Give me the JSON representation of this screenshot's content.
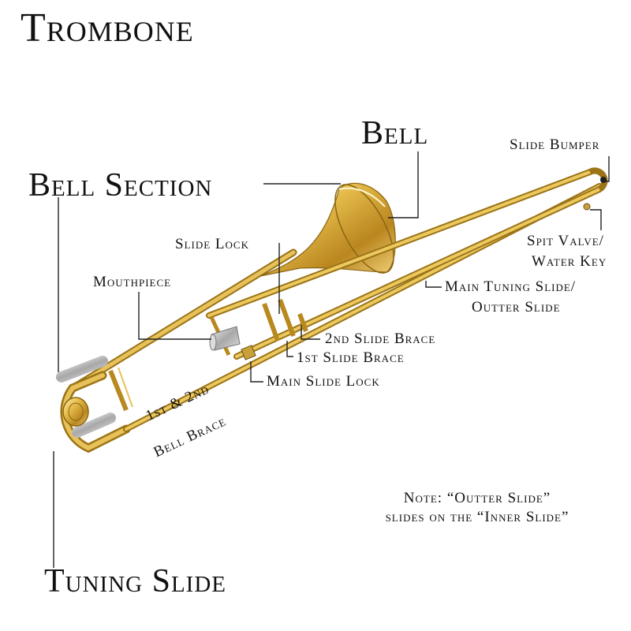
{
  "title": "Trombone",
  "labels": {
    "bell": "Bell",
    "bell_section": "Bell Section",
    "slide_bumper": "Slide Bumper",
    "spit_valve": "Spit Valve/",
    "water_key": "Water Key",
    "slide_lock": "Slide Lock",
    "mouthpiece": "Mouthpiece",
    "main_tuning_slide": "Main Tuning Slide/",
    "outter_slide": "Outter Slide",
    "second_slide_brace": "2nd Slide Brace",
    "first_slide_brace": "1st Slide Brace",
    "main_slide_lock": "Main Slide Lock",
    "bell_brace_1": "1st & 2nd",
    "bell_brace_2": "Bell Brace",
    "tuning_slide": "Tuning Slide"
  },
  "note": {
    "line1": "Note: “Outter Slide”",
    "line2": "slides on the “Inner Slide”"
  },
  "colors": {
    "brass": "#d9ae3f",
    "brass_dark": "#9c7418",
    "brass_light": "#f6dc86",
    "silver": "#b8b8b8",
    "text": "#111111"
  }
}
